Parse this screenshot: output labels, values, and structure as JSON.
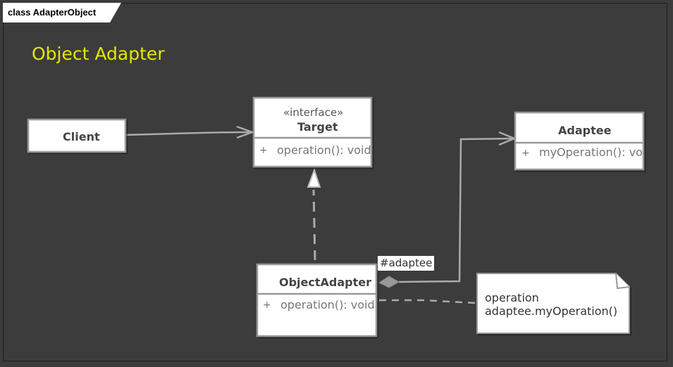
{
  "frame": {
    "tab_label": "class AdapterObject"
  },
  "heading": "Object Adapter",
  "classes": {
    "client": {
      "name": "Client"
    },
    "target": {
      "stereotype": "«interface»",
      "name": "Target",
      "visibility": "+",
      "operation": "operation(): void"
    },
    "adaptee": {
      "name": "Adaptee",
      "visibility": "+",
      "operation": "myOperation(): void"
    },
    "object_adapter": {
      "name": "ObjectAdapter",
      "visibility": "+",
      "operation": "operation(): void"
    }
  },
  "association": {
    "role": "#adaptee"
  },
  "note": {
    "lines": [
      "operation",
      "adaptee.myOperation()"
    ]
  },
  "colors": {
    "background": "#3c3c3c",
    "heading": "#e6e600",
    "box_fill": "#ffffff",
    "box_border": "#9a9a9a",
    "connector": "#aaaaaa"
  }
}
